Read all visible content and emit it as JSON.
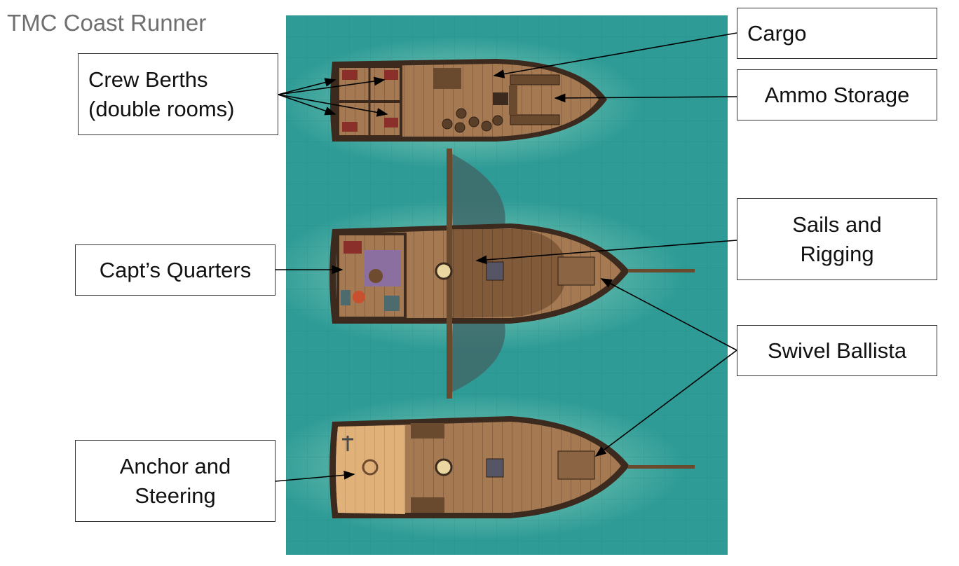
{
  "title": "TMC Coast Runner",
  "labels": {
    "crew_berths": "Crew Berths\n(double rooms)",
    "capts_quarters": "Capt’s Quarters",
    "anchor_steering": "Anchor and\nSteering",
    "cargo": "Cargo",
    "ammo_storage": "Ammo Storage",
    "sails_rigging": "Sails and\nRigging",
    "swivel_ballista": "Swivel Ballista"
  },
  "colors": {
    "water": "#2e9b96",
    "water_light": "#7fcbb8",
    "deck": "#a57a52",
    "deck_light": "#e2b47a",
    "hull": "#3b2a1d",
    "sail": "#3f6a6a",
    "rug": "#8b6fa0"
  }
}
